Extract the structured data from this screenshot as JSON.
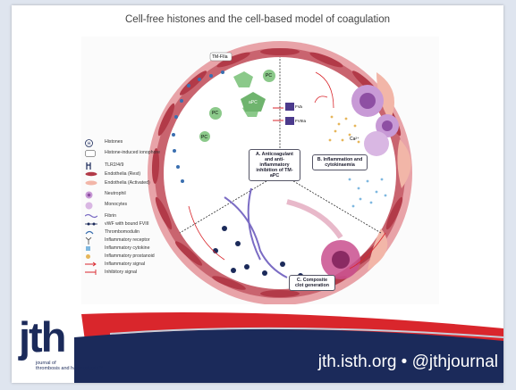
{
  "slide": {
    "title": "Cell-free histones and the cell-based model of coagulation"
  },
  "figure": {
    "labels": {
      "tm_fiia": "TM-FIIa",
      "pc1": "PC",
      "pc2": "PC",
      "pc3": "PC",
      "apc": "aPC",
      "fva": "FVa",
      "fviiia": "FVIIIa",
      "ca": "Ca²⁺"
    },
    "panels": {
      "a": "A. Anticoagulant and anti-inflammatory inhibition of TM-aPC",
      "b": "B. Inflammation and cytokinaemia",
      "c": "C. Composite clot generation"
    },
    "legend": [
      {
        "symbol": "H",
        "label": "Histones"
      },
      {
        "symbol": "Ca2+",
        "label": "Histone-induced ionophore"
      },
      {
        "symbol": "tlr",
        "label": "TLR2/4/9"
      },
      {
        "symbol": "endo-rest",
        "label": "Endothelia (Rest)"
      },
      {
        "symbol": "endo-act",
        "label": "Endothelia (Activated)"
      },
      {
        "symbol": "neutrophil",
        "label": "Neutrophil"
      },
      {
        "symbol": "monocyte",
        "label": "Monocytes"
      },
      {
        "symbol": "fibrin",
        "label": "Fibrin"
      },
      {
        "symbol": "vwf",
        "label": "vWF with bound FVIII"
      },
      {
        "symbol": "tm",
        "label": "Thrombomodulin"
      },
      {
        "symbol": "receptor",
        "label": "Inflammatory receptor"
      },
      {
        "symbol": "cytokine",
        "label": "Inflammatory cytokine"
      },
      {
        "symbol": "prostanoid",
        "label": "Inflammatory prostanoid"
      },
      {
        "symbol": "signal",
        "label": "Inflammatory signal"
      },
      {
        "symbol": "inhibit",
        "label": "Inhibitory signal"
      }
    ]
  },
  "footer": {
    "logo": "jth",
    "journal_line1": "journal of",
    "journal_line2": "thrombosis and haemostasis™",
    "links": "jth.isth.org • @jthjournal"
  },
  "colors": {
    "navy": "#1b2a5a",
    "red": "#d9262c",
    "vessel": "#b23a48",
    "vessel_light": "#e8a3a8"
  }
}
